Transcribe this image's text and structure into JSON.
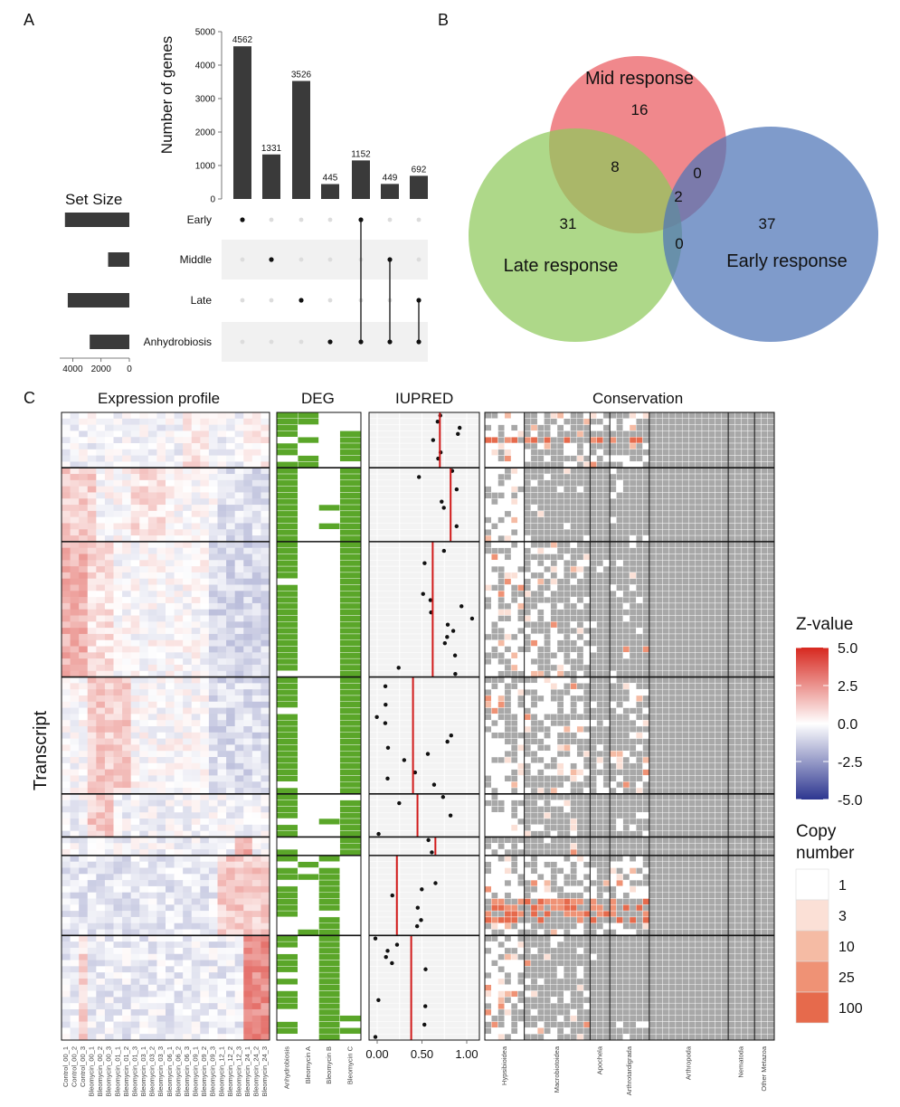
{
  "panels": {
    "a": "A",
    "b": "B",
    "c": "C"
  },
  "colors": {
    "bar": "#3a3a3a",
    "venn_mid": "#ea5a5f",
    "venn_late": "#8fc95c",
    "venn_early": "#4e74b7",
    "heat_pos": "#d7281f",
    "heat_neg": "#2d3690",
    "deg": "#5aa629",
    "iupred_line": "#d11a1a",
    "cons_absent": "#a8a8a8",
    "copy": [
      "#ffffff",
      "#fbe0d6",
      "#f5bba4",
      "#ef9275",
      "#e66a4c"
    ]
  },
  "chart_data": [
    {
      "type": "bar",
      "title": "",
      "ylabel": "Number of genes",
      "ylim": [
        0,
        5000
      ],
      "yticks": [
        "0",
        "1000",
        "2000",
        "3000",
        "4000",
        "5000"
      ],
      "values": [
        4562,
        1331,
        3526,
        445,
        1152,
        449,
        692
      ],
      "value_labels": [
        "4562",
        "1331",
        "3526",
        "445",
        "1152",
        "449",
        "692"
      ],
      "sets": [
        "Early",
        "Middle",
        "Late",
        "Anhydrobiosis"
      ],
      "intersections": [
        [
          0
        ],
        [
          1
        ],
        [
          2
        ],
        [
          3
        ],
        [
          0,
          3
        ],
        [
          1,
          3
        ],
        [
          2,
          3
        ]
      ],
      "set_size": {
        "title": "Set Size",
        "values": [
          4550,
          1500,
          4350,
          2800
        ],
        "ticks": [
          "4000",
          "2000",
          "0"
        ]
      }
    },
    {
      "type": "venn",
      "sets": [
        {
          "name": "Mid response",
          "only": "16"
        },
        {
          "name": "Late response",
          "only": "31"
        },
        {
          "name": "Early response",
          "only": "37"
        }
      ],
      "intersections": {
        "mid_late": "8",
        "mid_early": "0",
        "all": "2",
        "late_early": "0"
      }
    },
    {
      "type": "heatmap",
      "ylabel": "Transcript",
      "section_titles": [
        "Expression profile",
        "DEG",
        "IUPRED",
        "Conservation"
      ],
      "samples": [
        "Control_00_1",
        "Control_00_2",
        "Control_00_3",
        "Bleomycin_00_1",
        "Bleomycin_00_2",
        "Bleomycin_00_3",
        "Bleomycin_01_1",
        "Bleomycin_01_2",
        "Bleomycin_01_3",
        "Bleomycin_03_1",
        "Bleomycin_03_2",
        "Bleomycin_03_3",
        "Bleomycin_06_1",
        "Bleomycin_06_2",
        "Bleomycin_06_3",
        "Bleomycin_09_1",
        "Bleomycin_09_2",
        "Bleomycin_09_3",
        "Bleomycin_12_1",
        "Bleomycin_12_2",
        "Bleomycin_12_3",
        "Bleomycin_24_1",
        "Bleomycin_24_2",
        "Bleomycin_24_3"
      ],
      "deg_columns": [
        "Anhydrobiosis",
        "Bleomycin A",
        "Bleomycin B",
        "Bleomycin C"
      ],
      "iupred_xticks": [
        "0.00",
        "0.50",
        "1.00"
      ],
      "iupred_cluster_medians": [
        0.7,
        0.82,
        0.62,
        0.4,
        0.45,
        0.65,
        0.22,
        0.38
      ],
      "conservation_groups": [
        "Hypsibioidea",
        "Macrobiotoidea",
        "Apochela",
        "Arthrotardigrada",
        "Arthropoda",
        "Nematoda",
        "Other Metazoa"
      ],
      "cluster_rows": [
        9,
        12,
        22,
        19,
        7,
        3,
        13,
        17
      ],
      "zscale": {
        "title": "Z-value",
        "ticks": [
          "5.0",
          "2.5",
          "0.0",
          "-2.5",
          "-5.0"
        ],
        "range": [
          -5,
          5
        ]
      },
      "copy_number": {
        "title_1": "Copy",
        "title_2": "number",
        "levels": [
          "1",
          "3",
          "10",
          "25",
          "100"
        ]
      }
    }
  ]
}
